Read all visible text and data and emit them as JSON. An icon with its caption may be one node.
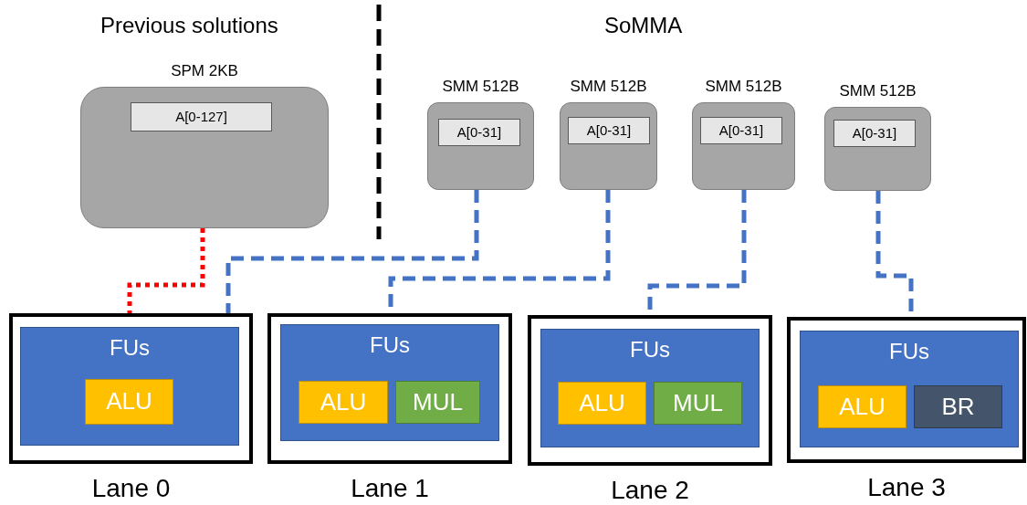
{
  "diagram": {
    "nodes": [
      {
        "text": [
          "SPM 2KB"
        ]
      },
      {
        "text": [
          "A[0-127]"
        ],
        "in": 0
      },
      {
        "text": [
          "SMM 512B"
        ]
      },
      {
        "text": [
          "A[0-31]"
        ],
        "in": 2
      },
      {
        "text": [
          "SMM 512B"
        ]
      },
      {
        "text": [
          "A[0-31]"
        ],
        "in": 4
      },
      {
        "text": [
          "SMM 512B"
        ]
      },
      {
        "text": [
          "A[0-31]"
        ],
        "in": 6
      },
      {
        "text": [
          "SMM 512B"
        ]
      },
      {
        "text": [
          "A[0-31]"
        ],
        "in": 8
      },
      {
        "text": [
          "Lane 0"
        ]
      },
      {
        "text": [
          "FUs"
        ],
        "in": 10
      },
      {
        "text": [
          "ALU"
        ],
        "in": 11
      },
      {
        "text": [
          "Lane 1"
        ]
      },
      {
        "text": [
          "FUs"
        ],
        "in": 13
      },
      {
        "text": [
          "ALU"
        ],
        "in": 14
      },
      {
        "text": [
          "MUL"
        ],
        "in": 14
      },
      {
        "text": [
          "Lane 2"
        ]
      },
      {
        "text": [
          "FUs"
        ],
        "in": 17
      },
      {
        "text": [
          "ALU"
        ],
        "in": 18
      },
      {
        "text": [
          "MUL"
        ],
        "in": 18
      },
      {
        "text": [
          "Lane 3"
        ]
      },
      {
        "text": [
          "FUs"
        ],
        "in": 21
      },
      {
        "text": [
          "ALU"
        ],
        "in": 22
      },
      {
        "text": [
          "BR"
        ],
        "in": 22
      }
    ],
    "edges": [
      {
        "from": 0,
        "to": 10,
        "arrow": "none",
        "style": "dashed",
        "color": "#ff0000"
      },
      {
        "from": 2,
        "to": 10,
        "arrow": "none",
        "style": "dashed"
      },
      {
        "from": 4,
        "to": 13,
        "arrow": "none",
        "style": "dashed"
      },
      {
        "from": 6,
        "to": 17,
        "arrow": "none",
        "style": "dashed"
      },
      {
        "from": 8,
        "to": 21,
        "arrow": "none",
        "style": "dashed"
      }
    ],
    "labels": [
      "Previous solutions",
      "SoMMA"
    ]
  }
}
